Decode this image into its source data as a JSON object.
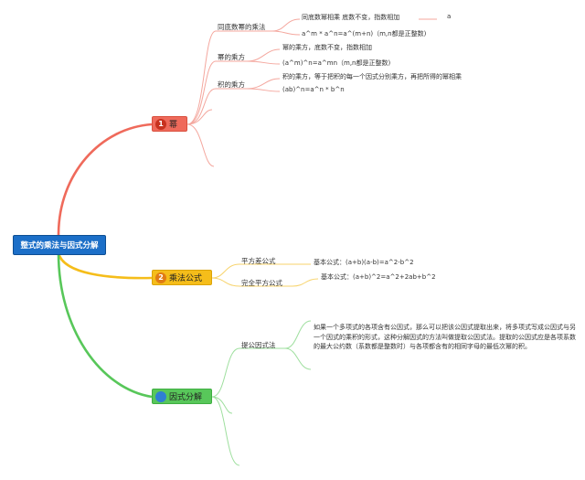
{
  "root": {
    "title": "整式的乘法与因式分解"
  },
  "colors": {
    "red": "#ef6a5b",
    "yellow": "#f5bd1a",
    "green": "#58c75a",
    "root": "#1c6fc8"
  },
  "branches": [
    {
      "badge": "1",
      "label": "幂",
      "topics": [
        {
          "label": "同底数幂的乘法",
          "items": [
            "同底数幂相乘 底数不变，指数相加",
            "a^m * a^n=a^(m+n)（m,n都是正整数)"
          ],
          "extra": "a"
        },
        {
          "label": "幂的乘方",
          "items": [
            "幂的乘方，底数不变，指数相加",
            "(a^m)^n=a^mn（m,n都是正整数)"
          ]
        },
        {
          "label": "积的乘方",
          "items": [
            "积的乘方，等于把积的每一个因式分别乘方，再把所得的幂相乘",
            "(ab)^n=a^n * b^n"
          ]
        }
      ]
    },
    {
      "badge": "2",
      "label": "乘法公式",
      "topics": [
        {
          "label": "平方差公式",
          "items": [
            "基本公式：(a+b)(a-b)=a^2-b^2"
          ]
        },
        {
          "label": "完全平方公式",
          "items": [
            "基本公式：(a+b)^2=a^2+2ab+b^2"
          ]
        }
      ]
    },
    {
      "badge": "",
      "label": "因式分解",
      "topics": [
        {
          "label": "提公因式法",
          "items": [
            "如果一个多项式的各项含有公因式，那么可以把该公因式提取出来，将多项式写成公因式与另一个因式的乘积的形式，这种分解因式的方法叫做提取公因式法。提取的公因式应是各项系数的最大公约数（系数都是整数时）与各项都含有的相同字母的最低次幂的积。"
          ]
        }
      ]
    }
  ]
}
